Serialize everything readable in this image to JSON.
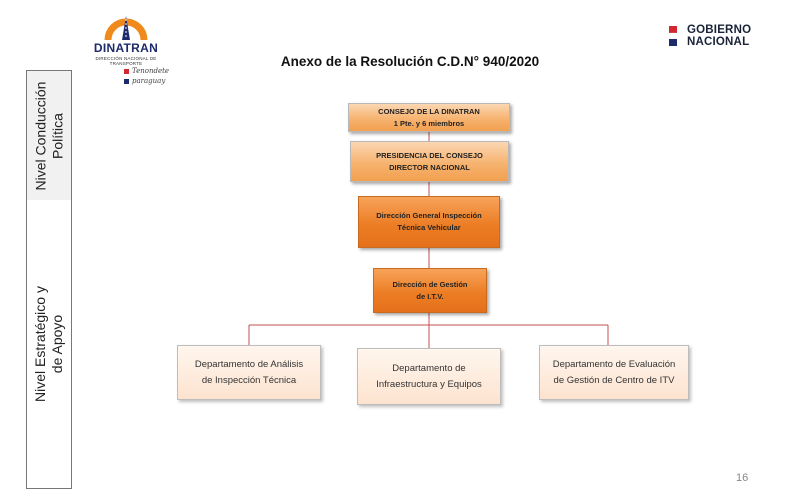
{
  "header": {
    "logo_name": "DINATRAN",
    "logo_subtitle": "DIRECCIÓN NACIONAL DE TRANSPORTE",
    "slogan_lines": [
      "Tenondete",
      "paraguay"
    ],
    "government_line1": "GOBIERNO",
    "government_line2": "NACIONAL"
  },
  "title": "Anexo de la Resolución C.D.N° 940/2020",
  "levels": [
    {
      "line1": "Nivel Conducción",
      "line2": "Política"
    },
    {
      "line1": "Nivel Estratégico y",
      "line2": "de Apoyo"
    }
  ],
  "org": {
    "consejo": {
      "line1": "CONSEJO DE LA DINATRAN",
      "line2": "1 Pte. y 6 miembros"
    },
    "presidencia": {
      "line1": "PRESIDENCIA DEL CONSEJO",
      "line2": "DIRECTOR NACIONAL"
    },
    "direccion_general": {
      "line1": "Dirección General Inspección",
      "line2": "Técnica Vehicular"
    },
    "direccion_gestion": {
      "line1": "Dirección de Gestión",
      "line2": "de I.T.V."
    },
    "departments": [
      {
        "line1": "Departamento de Análisis",
        "line2": "de Inspección Técnica"
      },
      {
        "line1": "Departamento de",
        "line2": "Infraestructura y Equipos"
      },
      {
        "line1": "Departamento de Evaluación",
        "line2": "de Gestión de Centro de ITV"
      }
    ]
  },
  "page_number": "16",
  "colors": {
    "box_light": "#f6b36f",
    "box_dark": "#ec7e25",
    "dept_fill": "#fde3cf",
    "connector": "#c0504d",
    "brand_navy": "#1d2a6b",
    "brand_red": "#d22630"
  }
}
